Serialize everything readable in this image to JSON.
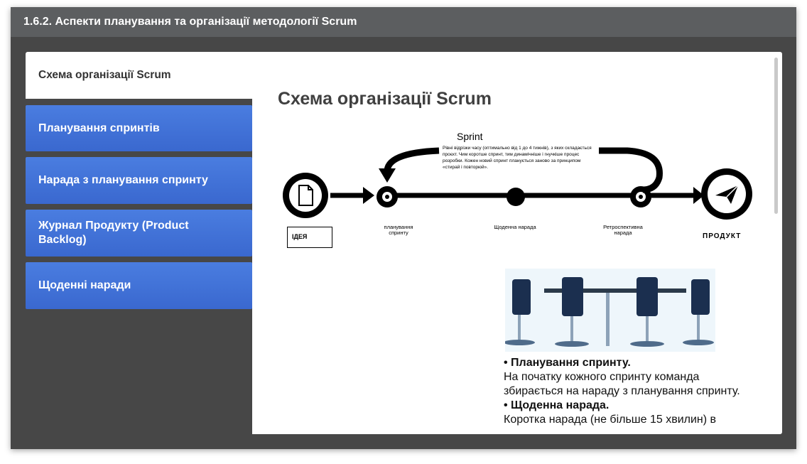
{
  "window": {
    "title": "1.6.2. Аспекти планування та організації методології Scrum"
  },
  "tabs": [
    {
      "label": "Схема організації Scrum",
      "active": true
    },
    {
      "label": "Планування спринтів",
      "active": false
    },
    {
      "label": "Нарада з планування спринту",
      "active": false
    },
    {
      "label": "Журнал Продукту (Product Backlog)",
      "active": false
    },
    {
      "label": "Щоденні наради",
      "active": false
    }
  ],
  "content": {
    "title": "Схема організації Scrum",
    "diagram": {
      "sprint_label": "Sprint",
      "sprint_desc": "Рівні відрізки часу (оптимально від 1 до 4 тижнів), з яких складається проєкт. Чим коротше спринт, тим динамічніше і гнучкіше процес розробки. Кожен новий спринт планується заново за принципом «стирай і повторюй».",
      "idea_label": "ІДЕЯ",
      "stage_planning": "планування спринту",
      "stage_daily": "Щоденна нарада",
      "stage_retro": "Ретроспективна нарада",
      "product_label": "ПРОДУКТ"
    },
    "text": {
      "item1_title": "• Планування спринту.",
      "item1_body": "На початку кожного спринту команда збирається на нараду з планування спринту.",
      "item2_title": "• Щоденна нарада.",
      "item2_body": "Коротка нарада (не більше 15 хвилин) в"
    }
  },
  "colors": {
    "tab_blue": "#3a68cf",
    "titlebar": "#5c5e60",
    "frame": "#474747"
  }
}
